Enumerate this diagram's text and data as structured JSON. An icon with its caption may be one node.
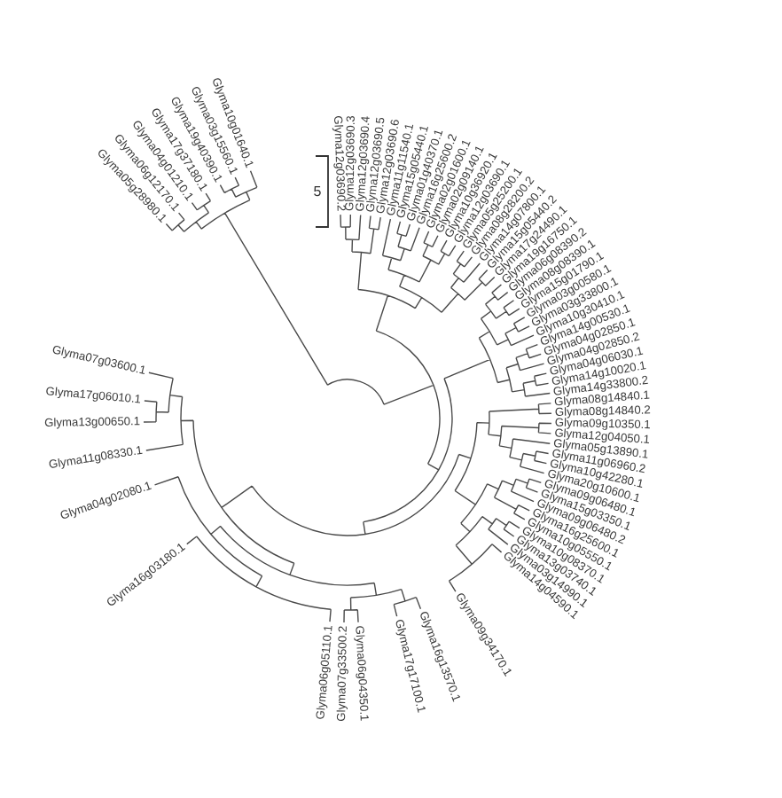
{
  "diagram": {
    "labels": [
      "Glyma05g28980.1",
      "Glyma06g12170.1",
      "Glyma04g01210.1",
      "Glyma17g37180.1",
      "Glyma19g40390.1",
      "Glyma03g15560.1",
      "Glyma10g01640.1",
      "5",
      "Glyma12g03690.2",
      "Glyma12g03690.3",
      "Glyma12g03690.4",
      "Glyma12g03690.5",
      "Glyma12g03690.6",
      "Glyma11g11540.1",
      "Glyma15g05440.1",
      "Glyma01g40370.1",
      "Glyma16g25600.2",
      "Glyma02g01600.1",
      "Glyma02g09140.1",
      "Glyma10g36920.1",
      "Glyma12g03690.1",
      "Glyma05g25200.1",
      "Glyma08g28200.2",
      "Glyma14g07800.1",
      "Glyma15g05440.2",
      "Glyma17g24490.1",
      "Glyma19g16750.1",
      "Glyma06g08390.2",
      "Glyma08g08390.1",
      "Glyma15g01790.1",
      "Glyma03g00580.1",
      "Glyma03g33800.1",
      "Glyma10g30410.1",
      "Glyma14g00530.1",
      "Glyma04g02850.1",
      "Glyma04g02850.2",
      "Glyma04g06030.1",
      "Glyma14g10020.1",
      "Glyma14g33800.2",
      "Glyma08g14840.1",
      "Glyma08g14840.2",
      "Glyma09g10350.1",
      "Glyma12g04050.1",
      "Glyma05g13890.1",
      "Glyma11g06960.2",
      "Glyma10g42280.1",
      "Glyma20g10600.1",
      "Glyma09g06480.1",
      "Glyma15g03350.1",
      "Glyma09g06480.2",
      "Glyma16g25600.1",
      "Glyma10g05550.1",
      "Glyma10g08370.1",
      "Glyma13g03740.1",
      "Glyma03g14990.1",
      "Glyma14g04590.1",
      "Glyma06g05110.1",
      "Glyma07g33500.2",
      "Glyma06g04350.1",
      "Glyma17g17100.1",
      "Glyma16g13570.1",
      "Glyma09g34170.1",
      "Glyma16g03180.1",
      "Glyma04g02080.1",
      "Glyma11g08330.1",
      "Glyma13g00650.1",
      "Glyma17g06010.1",
      "Glyma07g03600.1"
    ]
  }
}
